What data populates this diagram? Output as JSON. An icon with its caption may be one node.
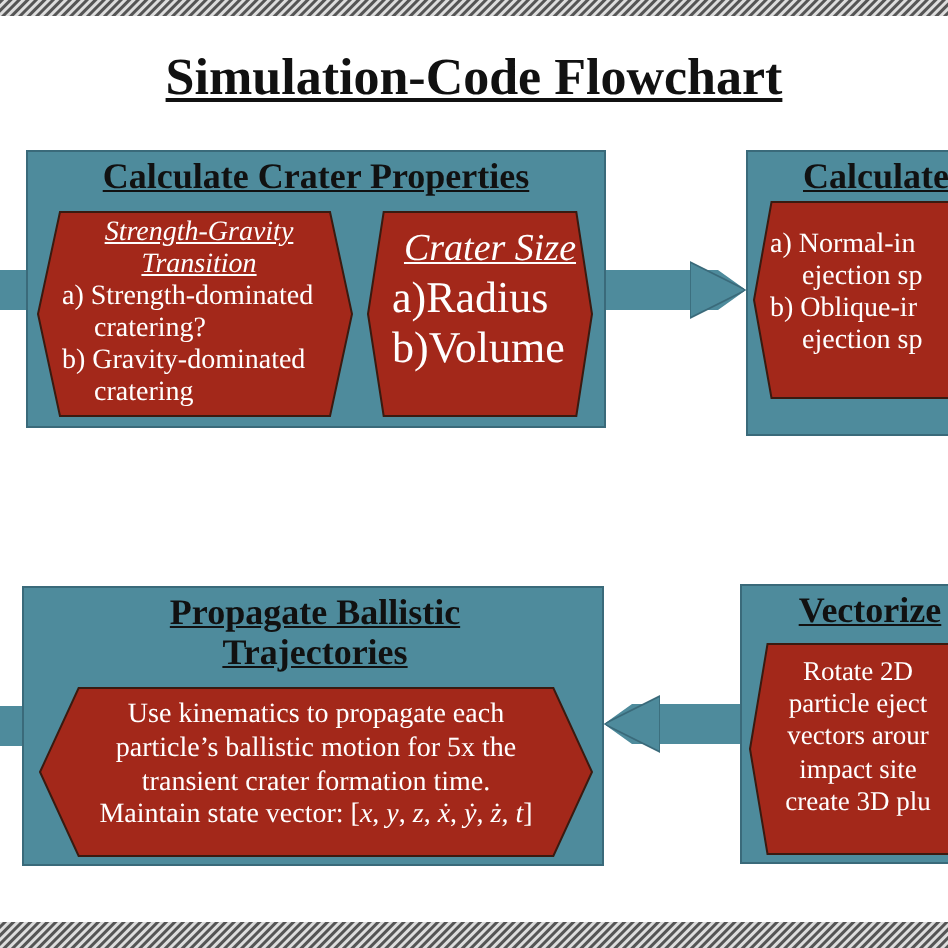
{
  "diagram": {
    "title": "Simulation-Code Flowchart",
    "nodes": [
      {
        "text": [
          "Calculate Crater Properties"
        ]
      },
      {
        "text": [
          "Strength-Gravity Transition",
          "a) Strength-dominated cratering?",
          "b) Gravity-dominated cratering"
        ],
        "in": 0
      },
      {
        "text": [
          "Crater Size",
          "a)Radius",
          "b)Volume"
        ],
        "in": 0
      },
      {
        "text": [
          "Calculate"
        ]
      },
      {
        "text": [
          "a) Normal-in ejection sp",
          "b) Oblique-ir ejection sp"
        ],
        "in": 3
      },
      {
        "text": [
          "Propagate Ballistic Trajectories"
        ]
      },
      {
        "text": [
          "Use kinematics to propagate each particle’s ballistic motion for 5x the transient crater formation time.",
          "Maintain state vector: [*x*, *y*, *z*, *ẋ*, *ẏ*, *ż*, *t*]"
        ],
        "in": 5
      },
      {
        "text": [
          "Vectorize"
        ]
      },
      {
        "text": [
          "Rotate 2D particle eject vectors arour impact site create 3D plu"
        ],
        "in": 7
      }
    ],
    "edges": [
      {
        "from": null,
        "to": 0,
        "arrow": "none"
      },
      {
        "from": 0,
        "to": 3,
        "arrow": "to"
      },
      {
        "from": 7,
        "to": 5,
        "arrow": "to"
      },
      {
        "from": 5,
        "to": null,
        "arrow": "none"
      }
    ]
  }
}
